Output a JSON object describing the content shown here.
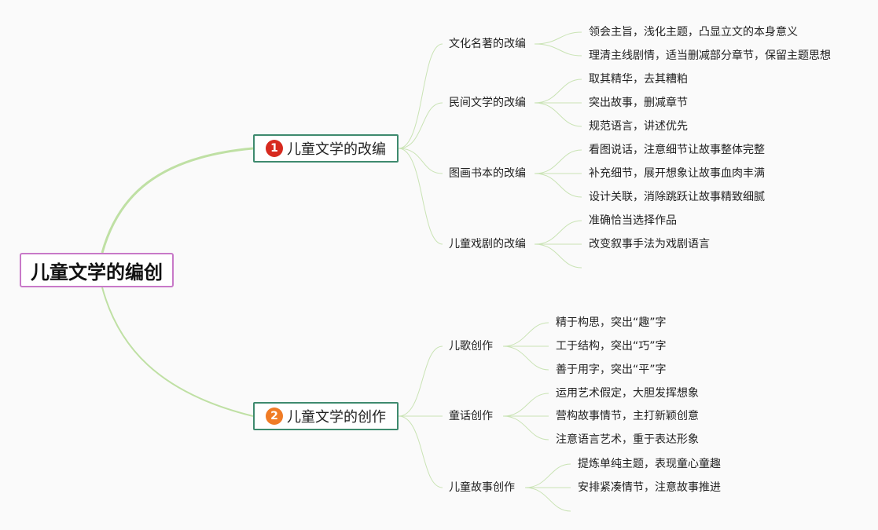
{
  "root": {
    "label": "儿童文学的编创"
  },
  "branches": [
    {
      "badge": "1",
      "label": "儿童文学的改编",
      "subs": [
        {
          "label": "文化名著的改编",
          "leaves": [
            "领会主旨，浅化主题，凸显立文的本身意义",
            "理清主线剧情，适当删减部分章节，保留主题思想"
          ]
        },
        {
          "label": "民间文学的改编",
          "leaves": [
            "取其精华，去其糟粕",
            "突出故事，删减章节",
            "规范语言，讲述优先"
          ]
        },
        {
          "label": "图画书本的改编",
          "leaves": [
            "看图说话，注意细节让故事整体完整",
            "补充细节，展开想象让故事血肉丰满",
            "设计关联，消除跳跃让故事精致细腻"
          ]
        },
        {
          "label": "儿童戏剧的改编",
          "leaves": [
            "准确恰当选择作品",
            "改变叙事手法为戏剧语言",
            ""
          ]
        }
      ]
    },
    {
      "badge": "2",
      "label": "儿童文学的创作",
      "subs": [
        {
          "label": "儿歌创作",
          "leaves": [
            "精于构思，突出“趣”字",
            "工于结构，突出“巧”字",
            "善于用字，突出“平”字"
          ]
        },
        {
          "label": "童话创作",
          "leaves": [
            "运用艺术假定，大胆发挥想象",
            "营构故事情节，主打新颖创意",
            "注意语言艺术，重于表达形象"
          ]
        },
        {
          "label": "儿童故事创作",
          "leaves": [
            "提炼单纯主题，表现童心童趣",
            "安排紧凑情节，注意故事推进",
            ""
          ]
        }
      ]
    }
  ]
}
